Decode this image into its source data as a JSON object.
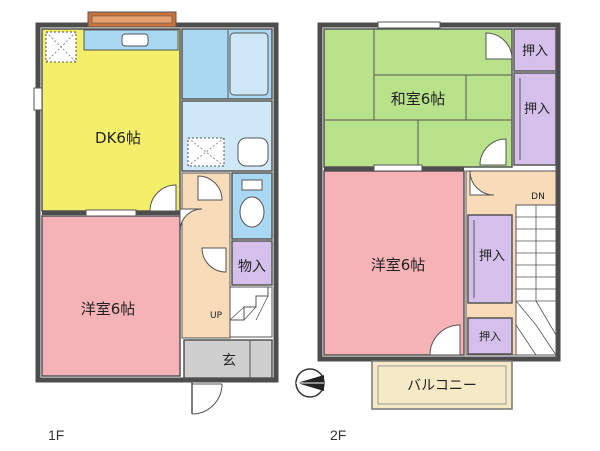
{
  "floor1": {
    "label": "1F",
    "dk_room": "DK6帖",
    "western_room": "洋室6帖",
    "storage": "物入",
    "stairs_up": "UP",
    "entrance": "玄"
  },
  "floor2": {
    "label": "2F",
    "japanese_room": "和室6帖",
    "western_room": "洋室6帖",
    "closet_top": "押入",
    "closet_side": "押入",
    "closet_mid": "押入",
    "closet_low": "押入",
    "stairs_down": "DN",
    "balcony": "バルコニー"
  },
  "colors": {
    "dk": "#f4ef6a",
    "western": "#f5b3b7",
    "japanese": "#b8e28a",
    "wet_area": "#a9d8f2",
    "wet_light": "#cfe8f8",
    "storage": "#d5c0ec",
    "hall": "#f8dcb9",
    "entrance": "#cfcfcf",
    "balcony": "#f5e9c6",
    "wall": "#4d4d4d"
  }
}
